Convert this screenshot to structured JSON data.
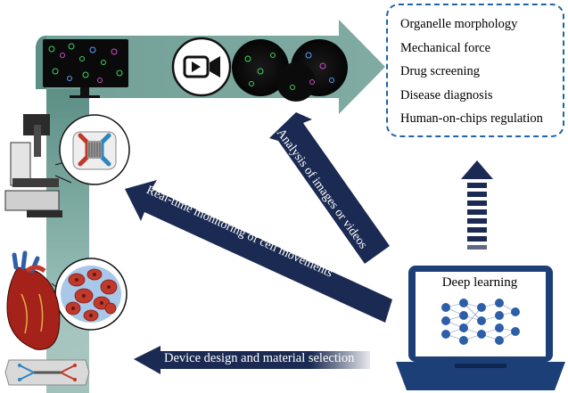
{
  "applications": {
    "items": [
      "Organelle morphology",
      "Mechanical force",
      "Drug screening",
      "Disease diagnosis",
      "Human-on-chips regulation"
    ]
  },
  "laptop": {
    "label": "Deep learning"
  },
  "arrows": {
    "analysis": "Analysis of images or videos",
    "monitoring": "Real-time monitoring of cell movements",
    "design": "Device design and material selection"
  },
  "colors": {
    "teal_arrow": "#6f9e95",
    "navy_arrow": "#1b2a52",
    "dashed_border": "#1f63a8",
    "laptop": "#1c3f78"
  },
  "icons": [
    "monitor-icon",
    "video-camera-icon",
    "microscope-icon",
    "microfluidic-chip-icon",
    "tissue-cells-icon",
    "heart-icon",
    "chip-slide-icon",
    "neural-network-icon",
    "laptop-icon"
  ]
}
